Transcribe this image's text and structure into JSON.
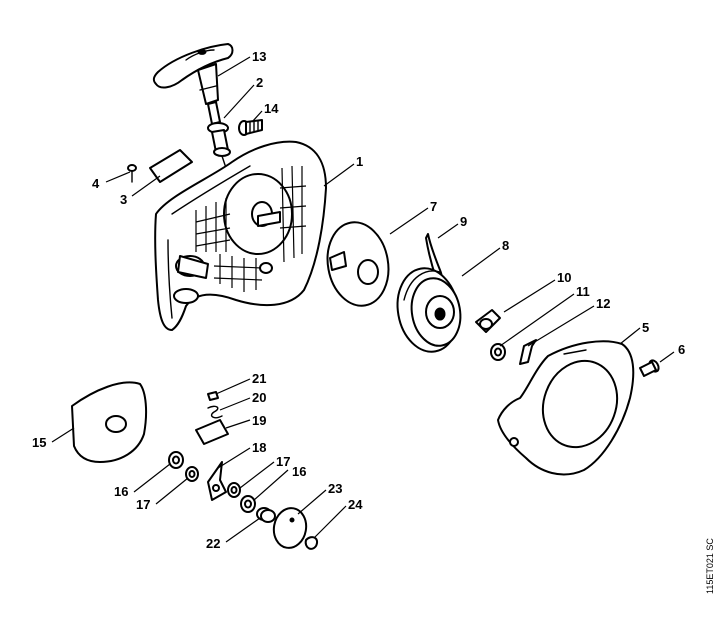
{
  "callouts": {
    "c1": "1",
    "c2": "2",
    "c3": "3",
    "c4": "4",
    "c5": "5",
    "c6": "6",
    "c7": "7",
    "c8": "8",
    "c9": "9",
    "c10": "10",
    "c11": "11",
    "c12": "12",
    "c13": "13",
    "c14": "14",
    "c15": "15",
    "c16a": "16",
    "c16b": "16",
    "c17a": "17",
    "c17b": "17",
    "c18": "18",
    "c19": "19",
    "c20": "20",
    "c21": "21",
    "c22": "22",
    "c23": "23",
    "c24": "24"
  },
  "reference_code": "115ET021 SC",
  "colors": {
    "line": "#000000",
    "background": "#ffffff"
  }
}
